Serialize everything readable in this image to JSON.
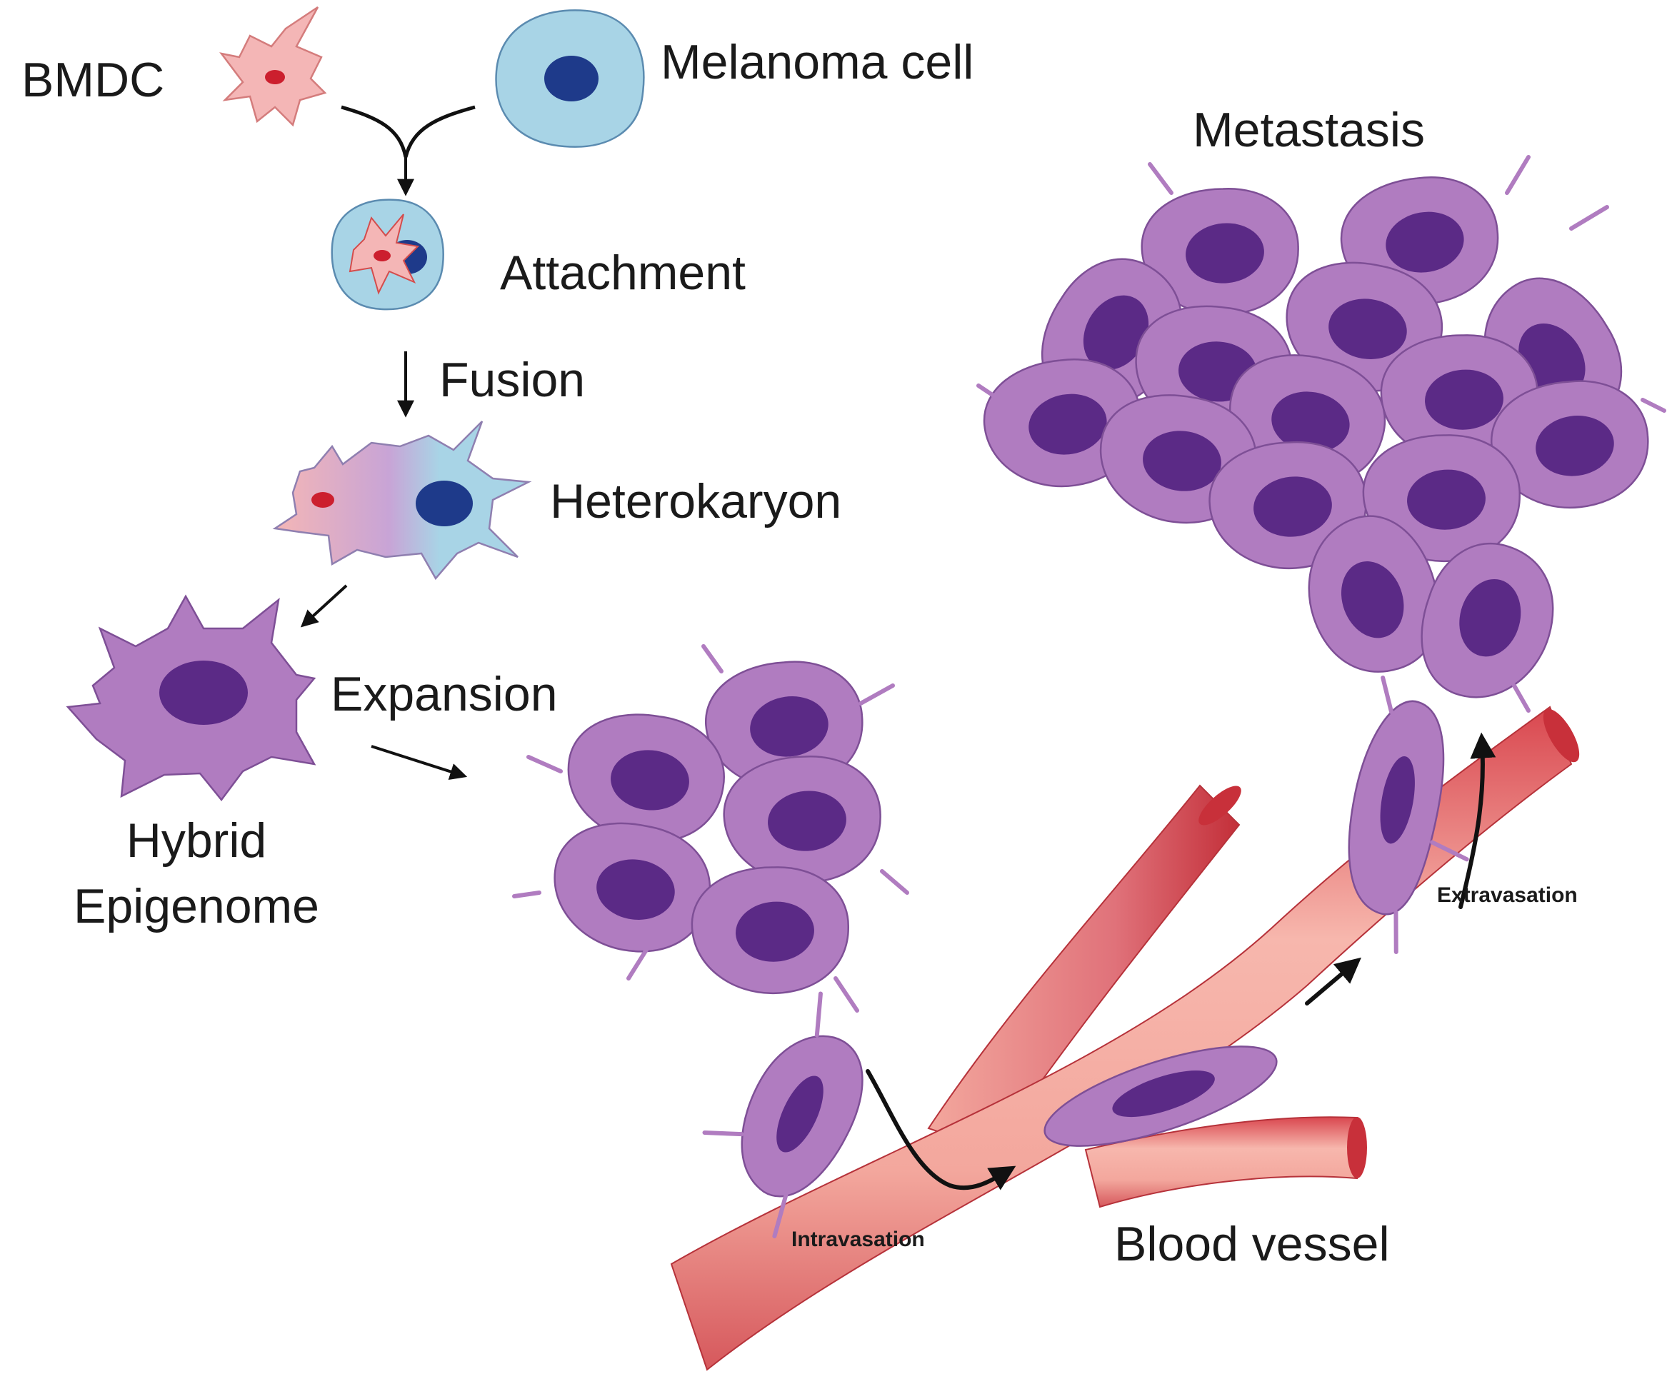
{
  "labels": {
    "bmdc": "BMDC",
    "melanoma_cell": "Melanoma cell",
    "attachment": "Attachment",
    "fusion": "Fusion",
    "heterokaryon": "Heterokaryon",
    "expansion": "Expansion",
    "hybrid_line1": "Hybrid",
    "hybrid_line2": "Epigenome",
    "metastasis": "Metastasis",
    "intravasation": "Intravasation",
    "extravasation": "Extravasation",
    "blood_vessel": "Blood vessel"
  },
  "colors": {
    "bmdc_fill": "#f4b6b6",
    "bmdc_nucleus": "#cc1f2e",
    "melanoma_fill": "#a8d4e6",
    "melanoma_nucleus": "#1e3a8a",
    "hybrid_fill": "#b07cc0",
    "hybrid_nucleus": "#5b2a86",
    "vessel_light": "#f5b0a6",
    "vessel_dark": "#c8303a",
    "arrow": "#111111"
  }
}
